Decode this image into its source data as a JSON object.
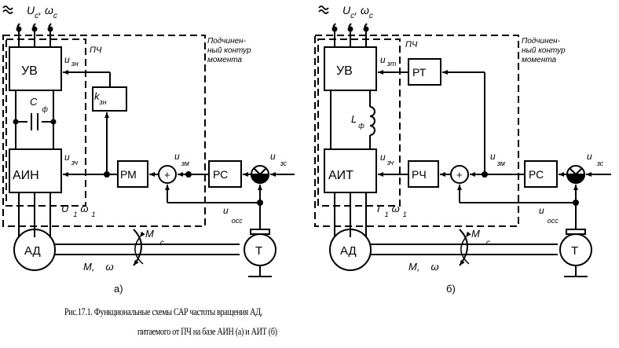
{
  "left": {
    "supply_label": "U",
    "supply_sub": "с",
    "supply_sep": ",",
    "supply_omega": "ω",
    "supply_omega_sub": "с",
    "pch_label": "ПЧ",
    "subloop_label": [
      "Подчинен-",
      "ный контур",
      "момента"
    ],
    "uv": "УВ",
    "u_zn": "u",
    "u_zn_sub": "зн",
    "k_label": "k",
    "k_sub": "зн",
    "cap_label": "C",
    "cap_sub": "ф",
    "inverter": "АИН",
    "u_zch": "u",
    "u_zch_sub": "зч",
    "rm": "РМ",
    "u_zm": "u",
    "u_zm_sub": "зм",
    "rs": "РС",
    "u_zs": "u",
    "u_zs_sub": "зс",
    "u_oss": "u",
    "u_oss_sub": "осс",
    "out_u": "U",
    "out_u_sub": "1",
    "out_omega": "ω",
    "out_omega_sub": "1",
    "motor": "АД",
    "tacho": "Т",
    "m_label": "M,",
    "omega_label": "ω",
    "mc": "M",
    "mc_sub": "c",
    "plus": "+",
    "letter": "а)"
  },
  "right": {
    "supply_label": "U",
    "supply_sub": "с",
    "supply_sep": ",",
    "supply_omega": "ω",
    "supply_omega_sub": "с",
    "pch_label": "ПЧ",
    "subloop_label": [
      "Подчинен-",
      "ный контур",
      "момента"
    ],
    "uv": "УВ",
    "u_zt": "u",
    "u_zt_sub": "зт",
    "rt": "РТ",
    "ind_label": "L",
    "ind_sub": "ф",
    "inverter": "АИТ",
    "u_zch": "u",
    "u_zch_sub": "зч",
    "rch": "РЧ",
    "u_zm": "u",
    "u_zm_sub": "зм",
    "rs": "РС",
    "u_zs": "u",
    "u_zs_sub": "зс",
    "u_oss": "u",
    "u_oss_sub": "осс",
    "out_i": "I",
    "out_i_sub": "1",
    "out_omega": "ω",
    "out_omega_sub": "1",
    "motor": "АД",
    "tacho": "Т",
    "m_label": "M,",
    "omega_label": "ω",
    "mc": "M",
    "mc_sub": "c",
    "plus": "+",
    "letter": "б)"
  },
  "caption": {
    "line1": "Рис.17.1. Функциональные схемы САР частоты вращения АД,",
    "line2": "питаемого от ПЧ на базе АИН (а) и АИТ (б)"
  }
}
